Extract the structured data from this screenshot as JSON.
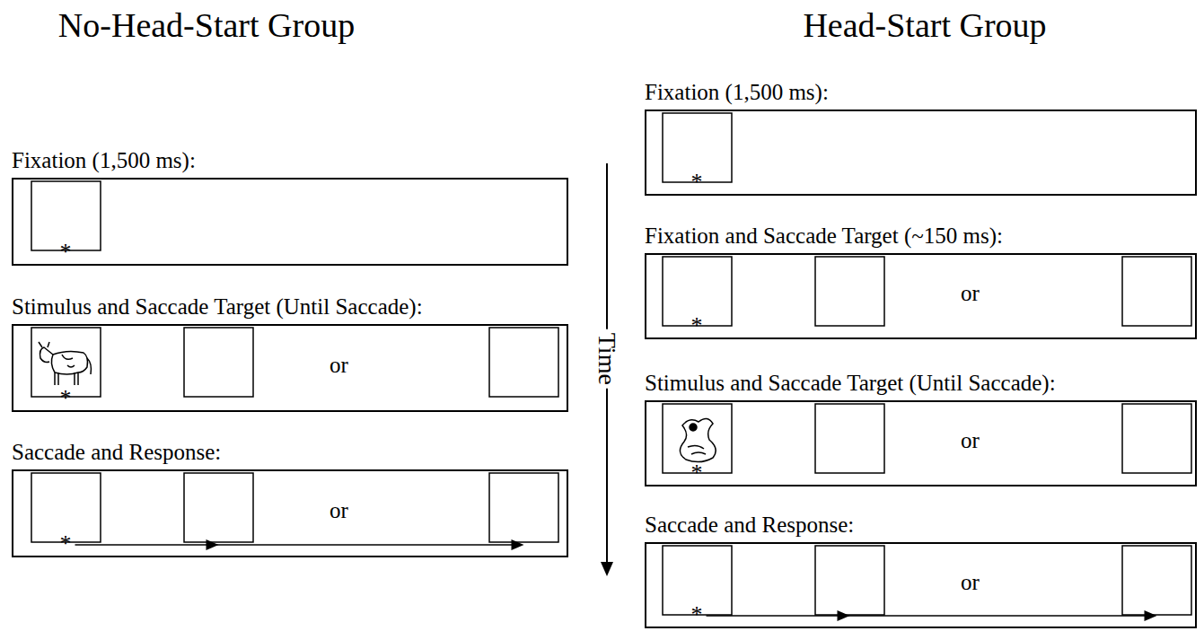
{
  "diagram": {
    "nodes": [
      {
        "text": [
          "Fixation (1,500 ms):",
          "*"
        ]
      },
      {
        "text": [
          "Stimulus and Saccade Target (Until Saccade):",
          "*",
          "or"
        ]
      },
      {
        "text": [
          "Saccade and Response:",
          "*",
          "or"
        ]
      },
      {
        "text": [
          "Fixation (1,500 ms):",
          "*"
        ]
      },
      {
        "text": [
          "Fixation and Saccade Target (~150 ms):",
          "*",
          "or"
        ]
      },
      {
        "text": [
          "Stimulus and Saccade Target (Until Saccade):",
          "*",
          "or"
        ]
      },
      {
        "text": [
          "Saccade and Response:",
          "*",
          "or"
        ]
      }
    ],
    "labels": [
      "No-Head-Start Group",
      "Head-Start Group",
      "Time"
    ]
  }
}
